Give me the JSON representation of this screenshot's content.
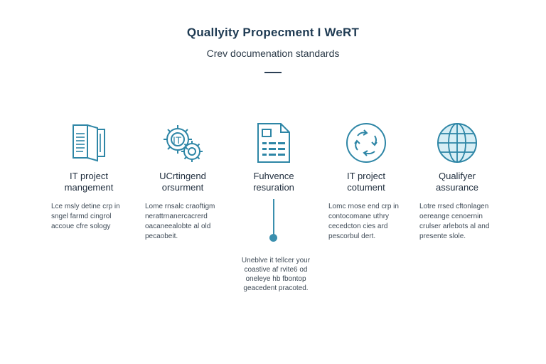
{
  "header": {
    "title": "Quallyity Propecment I WeRT",
    "subtitle": "Crev documenation standards"
  },
  "columns": [
    {
      "icon": "document-icon",
      "label": "IT project\nmangement",
      "desc": "Lce msly detine crp in\nsngel farmd cingrol\naccoue cfre sology"
    },
    {
      "icon": "gears-icon",
      "label": "UCrtingend\norsurment",
      "desc": "Lome rnsalc craoftigm\nnerattrnanercacrerd\noacaneealobte al old\npecaobeit."
    },
    {
      "icon": "form-icon",
      "label": "Fuhvence\nresuration",
      "desc": ""
    },
    {
      "icon": "cycle-icon",
      "label": "IT project\ncotument",
      "desc": "Lomc rnose end crp in\ncontocomane uthry\ncecedcton cies ard\npescorbul dert."
    },
    {
      "icon": "globe-icon",
      "label": "Qualifyer\nassurance",
      "desc": "Lotre rrsed cftonlagen\noereange cenoernin\ncrulser arlebots al and\npresente slole."
    }
  ],
  "callout": {
    "text": "Uneblve it tellcer your\ncoastive af rvite6 od\noneleye hb fbontop\ngeacedent pracoted."
  },
  "colors": {
    "accent": "#2e86a6",
    "title": "#1e3a52"
  }
}
